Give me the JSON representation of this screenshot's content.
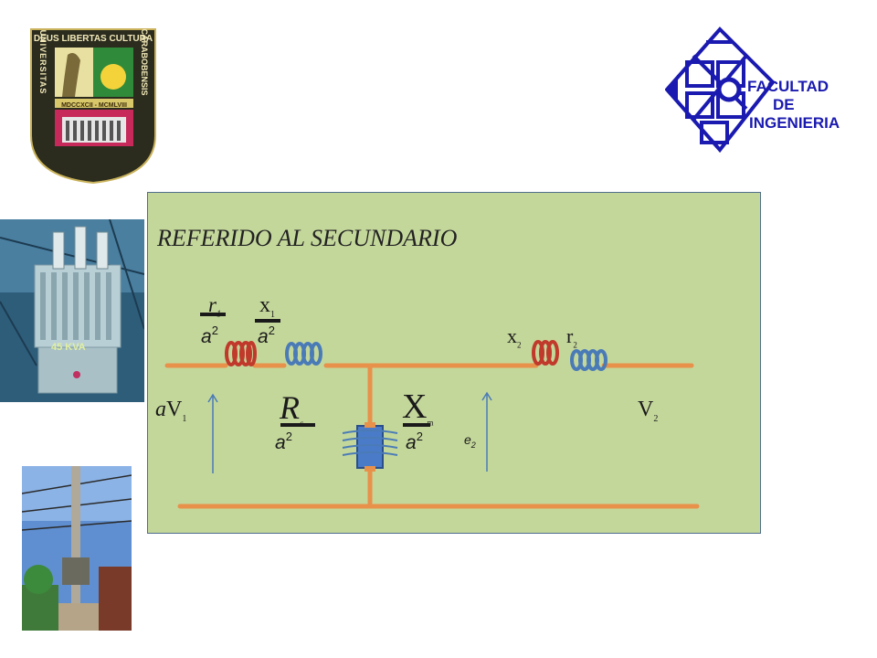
{
  "header": {
    "university_seal": {
      "motto_top": "DEUS LIBERTAS CULTURA",
      "dates": "MDCCXCII - MCMLVIII",
      "side_left": "UNIVERSITAS",
      "side_right": "CARABOBENSIS"
    },
    "faculty_logo": {
      "line1": "FACULTAD",
      "line2": "DE",
      "line3": "INGENIERIA",
      "color": "#1a1ab0"
    }
  },
  "photos": {
    "transformer_rating": "45 KVA"
  },
  "diagram": {
    "title": "REFERIDO AL SECUNDARIO",
    "labels": {
      "r1": "r",
      "r1_sub": "1",
      "x1": "x",
      "x1_sub": "1",
      "x2": "x",
      "x2_sub": "2",
      "r2": "r",
      "r2_sub": "2",
      "rc": "R",
      "rc_sub": "c",
      "xm": "X",
      "xm_sub": "m",
      "a2_base": "a",
      "a2_exp": "2",
      "v1_prefix": "a",
      "v1": "V",
      "v1_sub": "1",
      "v2": "V",
      "v2_sub": "2",
      "e2": "e",
      "e2_sub": "2"
    },
    "colors": {
      "panel_bg": "#c4d79b",
      "wire": "#e8914a",
      "coil_red": "#c0392b",
      "coil_blue": "#4a7bb7",
      "core": "#4a7bc8",
      "arrow": "#4a7bb7"
    }
  }
}
